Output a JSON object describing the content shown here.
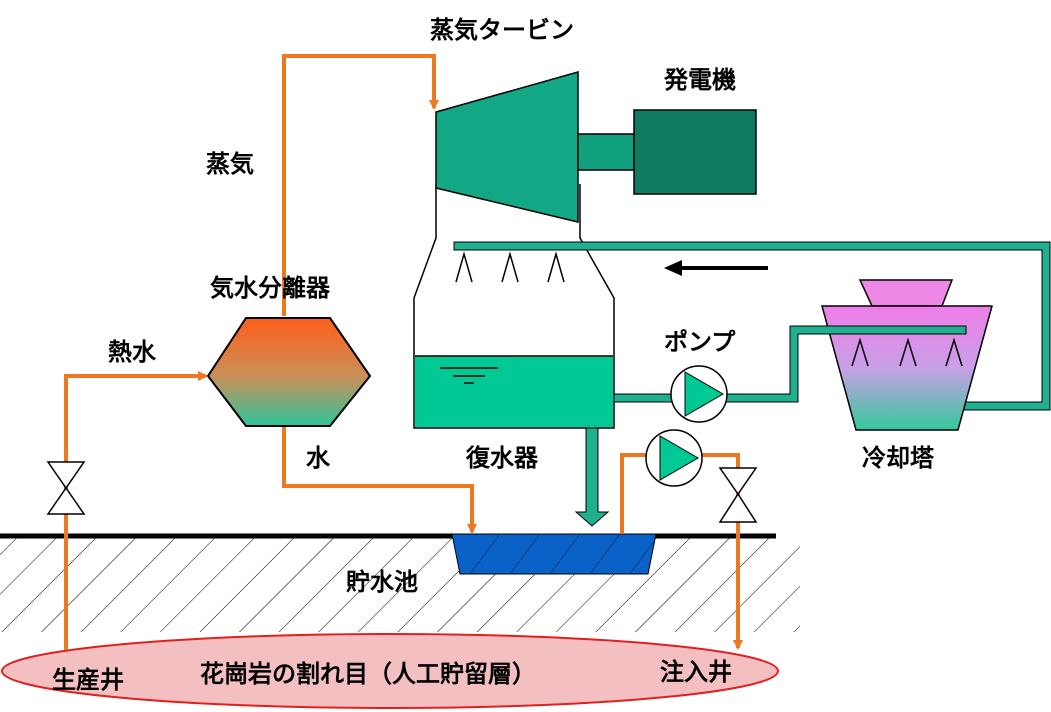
{
  "labels": {
    "steam_turbine": "蒸気タービン",
    "generator": "発電機",
    "steam": "蒸気",
    "separator": "気水分離器",
    "hot_water": "熱水",
    "water": "水",
    "pump": "ポンプ",
    "condenser": "復水器",
    "cooling_tower": "冷却塔",
    "pond": "貯水池",
    "production_well": "生産井",
    "reservoir": "花崗岩の割れ目（人工貯留層）",
    "injection_well": "注入井"
  },
  "colors": {
    "steam_pipe": "#ee7722",
    "teal_pipe": "#20b090",
    "turbine": "#12a886",
    "generator": "#0f7a5f",
    "condenser_water": "#00c996",
    "pond": "#0a62c8",
    "tower_top": "#ee88e6",
    "reservoir": "#f4bfc1",
    "reservoir_edge": "#e02020"
  }
}
